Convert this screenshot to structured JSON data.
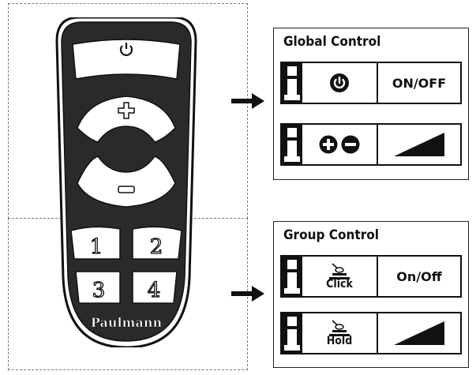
{
  "remote": {
    "brand": "Paulmann",
    "buttons": [
      {
        "key": "power",
        "icon": "power-icon"
      },
      {
        "key": "plus",
        "icon": "plus-icon"
      },
      {
        "key": "minus",
        "icon": "minus-icon"
      },
      {
        "key": "1",
        "label": "1"
      },
      {
        "key": "2",
        "label": "2"
      },
      {
        "key": "3",
        "label": "3"
      },
      {
        "key": "4",
        "label": "4"
      }
    ]
  },
  "global_panel": {
    "title": "Global Control",
    "rows": [
      {
        "icon": "power-icon",
        "action": "ON/OFF"
      },
      {
        "icons": [
          "plus-icon",
          "minus-icon"
        ],
        "action_icon": "dimming-ramp-icon"
      }
    ]
  },
  "group_panel": {
    "title": "Group Control",
    "rows": [
      {
        "icon": "finger-press-icon",
        "gesture": "Click",
        "action": "On/Off"
      },
      {
        "icon": "finger-press-icon",
        "gesture": "Hold",
        "action_icon": "dimming-ramp-icon"
      }
    ]
  },
  "colors": {
    "ink": "#111111",
    "dashed_border": "#7a7a7a",
    "remote_body": "#222222",
    "remote_outline": "#111111"
  }
}
